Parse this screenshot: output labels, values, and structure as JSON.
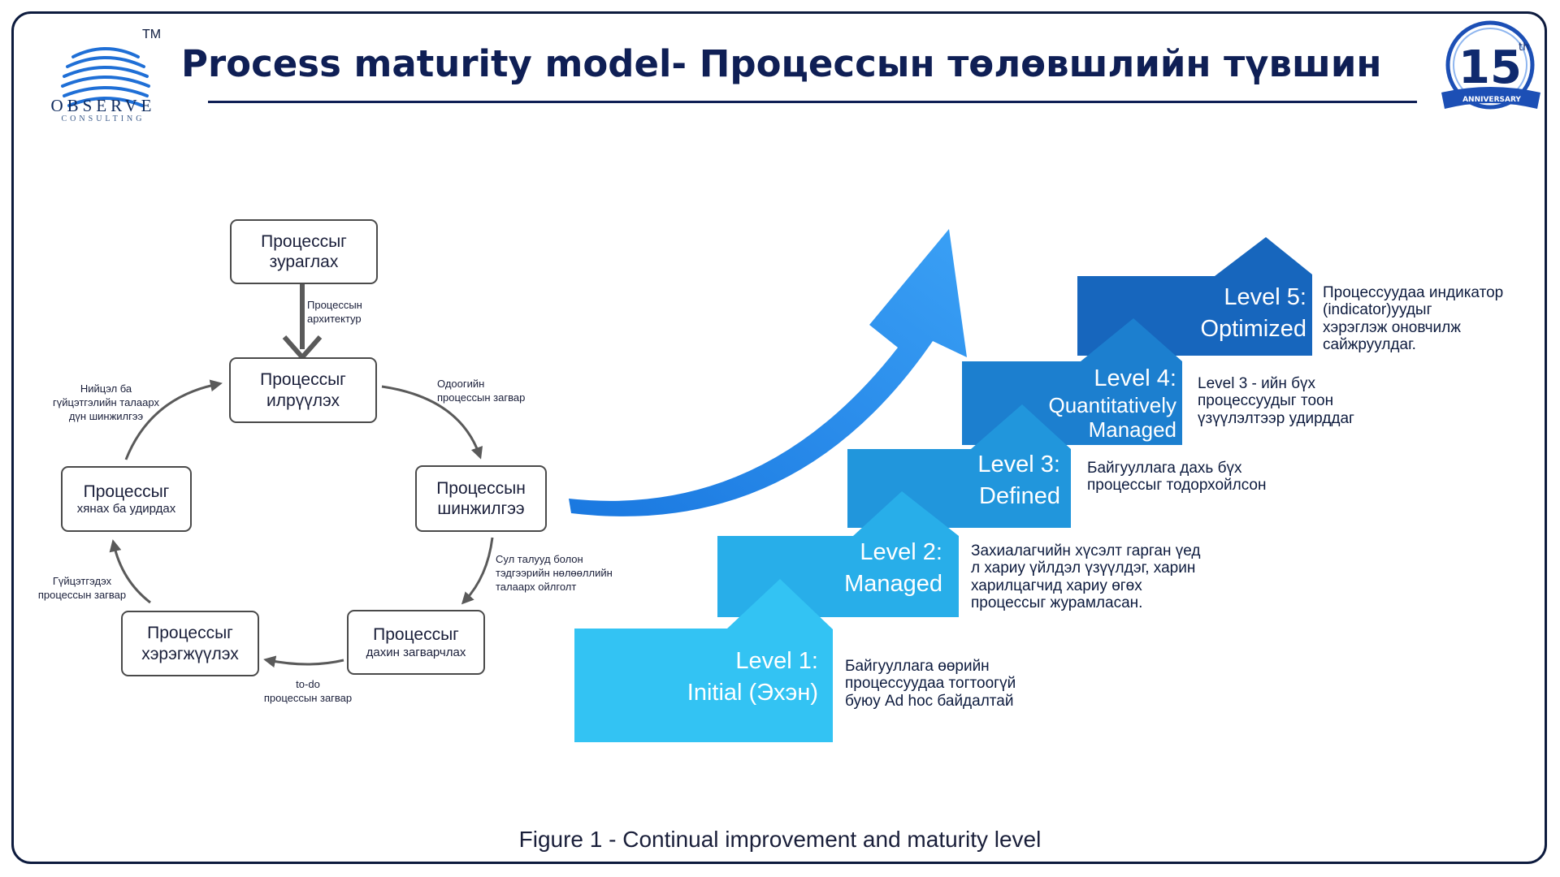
{
  "brand": {
    "logo_text": "OBSERVE",
    "logo_sub": "CONSULTING",
    "tm": "TM",
    "badge_number": "15",
    "badge_sup": "th",
    "badge_ribbon": "ANNIVERSARY"
  },
  "title": "Process maturity model- Процессын төлөвшлийн түвшин",
  "cycle": {
    "nodes": {
      "map": {
        "line1": "Процессыг",
        "line2": "зураглах"
      },
      "identify": {
        "line1": "Процессыг",
        "line2": "илрүүлэх"
      },
      "analyze": {
        "line1": "Процессын",
        "line2": "шинжилгээ"
      },
      "redesign": {
        "line1": "Процессыг",
        "line2": "дахин загварчлах"
      },
      "implement": {
        "line1": "Процессыг",
        "line2": "хэрэгжүүлэх"
      },
      "monitor": {
        "line1": "Процессыг",
        "line2": "хянах ба удирдах"
      }
    },
    "labels": {
      "architecture": [
        "Процессын",
        "архитектур"
      ],
      "current": [
        "Одоогийн",
        "процессын загвар"
      ],
      "weakness": [
        "Сул талууд болон",
        "тэдгээрийн нөлөөллийн",
        "талаарх ойлголт"
      ],
      "todo": [
        "to-do",
        "процессын загвар"
      ],
      "executable": [
        "Гүйцэтгэдэх",
        "процессын загвар"
      ],
      "conformance": [
        "Нийцэл ба",
        "гүйцэтгэлийн талаарх",
        "дүн шинжилгээ"
      ]
    }
  },
  "levels": [
    {
      "name": "Level 1:",
      "subtitle": "Initial (Эхэн)",
      "description": [
        "Байгууллага өөрийн",
        "процессуудаа тогтоогүй",
        "буюу Ad hoc байдалтай"
      ],
      "color": "#33c3f3"
    },
    {
      "name": "Level 2:",
      "subtitle": "Managed",
      "description": [
        "Захиалагчийн хүсэлт гарган үед",
        "л хариу үйлдэл үзүүлдэг, харин",
        "харилцагчид хариу өгөх",
        "процессыг журамласан."
      ],
      "color": "#28aee9"
    },
    {
      "name": "Level 3:",
      "subtitle": "Defined",
      "description": [
        "Байгууллага дахь бүх",
        "процессыг тодорхойлсон"
      ],
      "color": "#2196dc"
    },
    {
      "name": "Level 4:",
      "subtitle": "Quantitatively",
      "subtitle2": "Managed",
      "description": [
        "Level 3 - ийн бүх",
        "процессуудыг тоон",
        "үзүүлэлтээр удирддаг"
      ],
      "color": "#1c7fcf"
    },
    {
      "name": "Level 5:",
      "subtitle": "Optimized",
      "description": [
        "Процессуудаа индикатор",
        "(indicator)уудыг",
        "хэрэглэж оновчилж",
        "сайжруулдаг."
      ],
      "color": "#1766bd"
    }
  ],
  "caption": "Figure 1 - Continual improvement and maturity level"
}
